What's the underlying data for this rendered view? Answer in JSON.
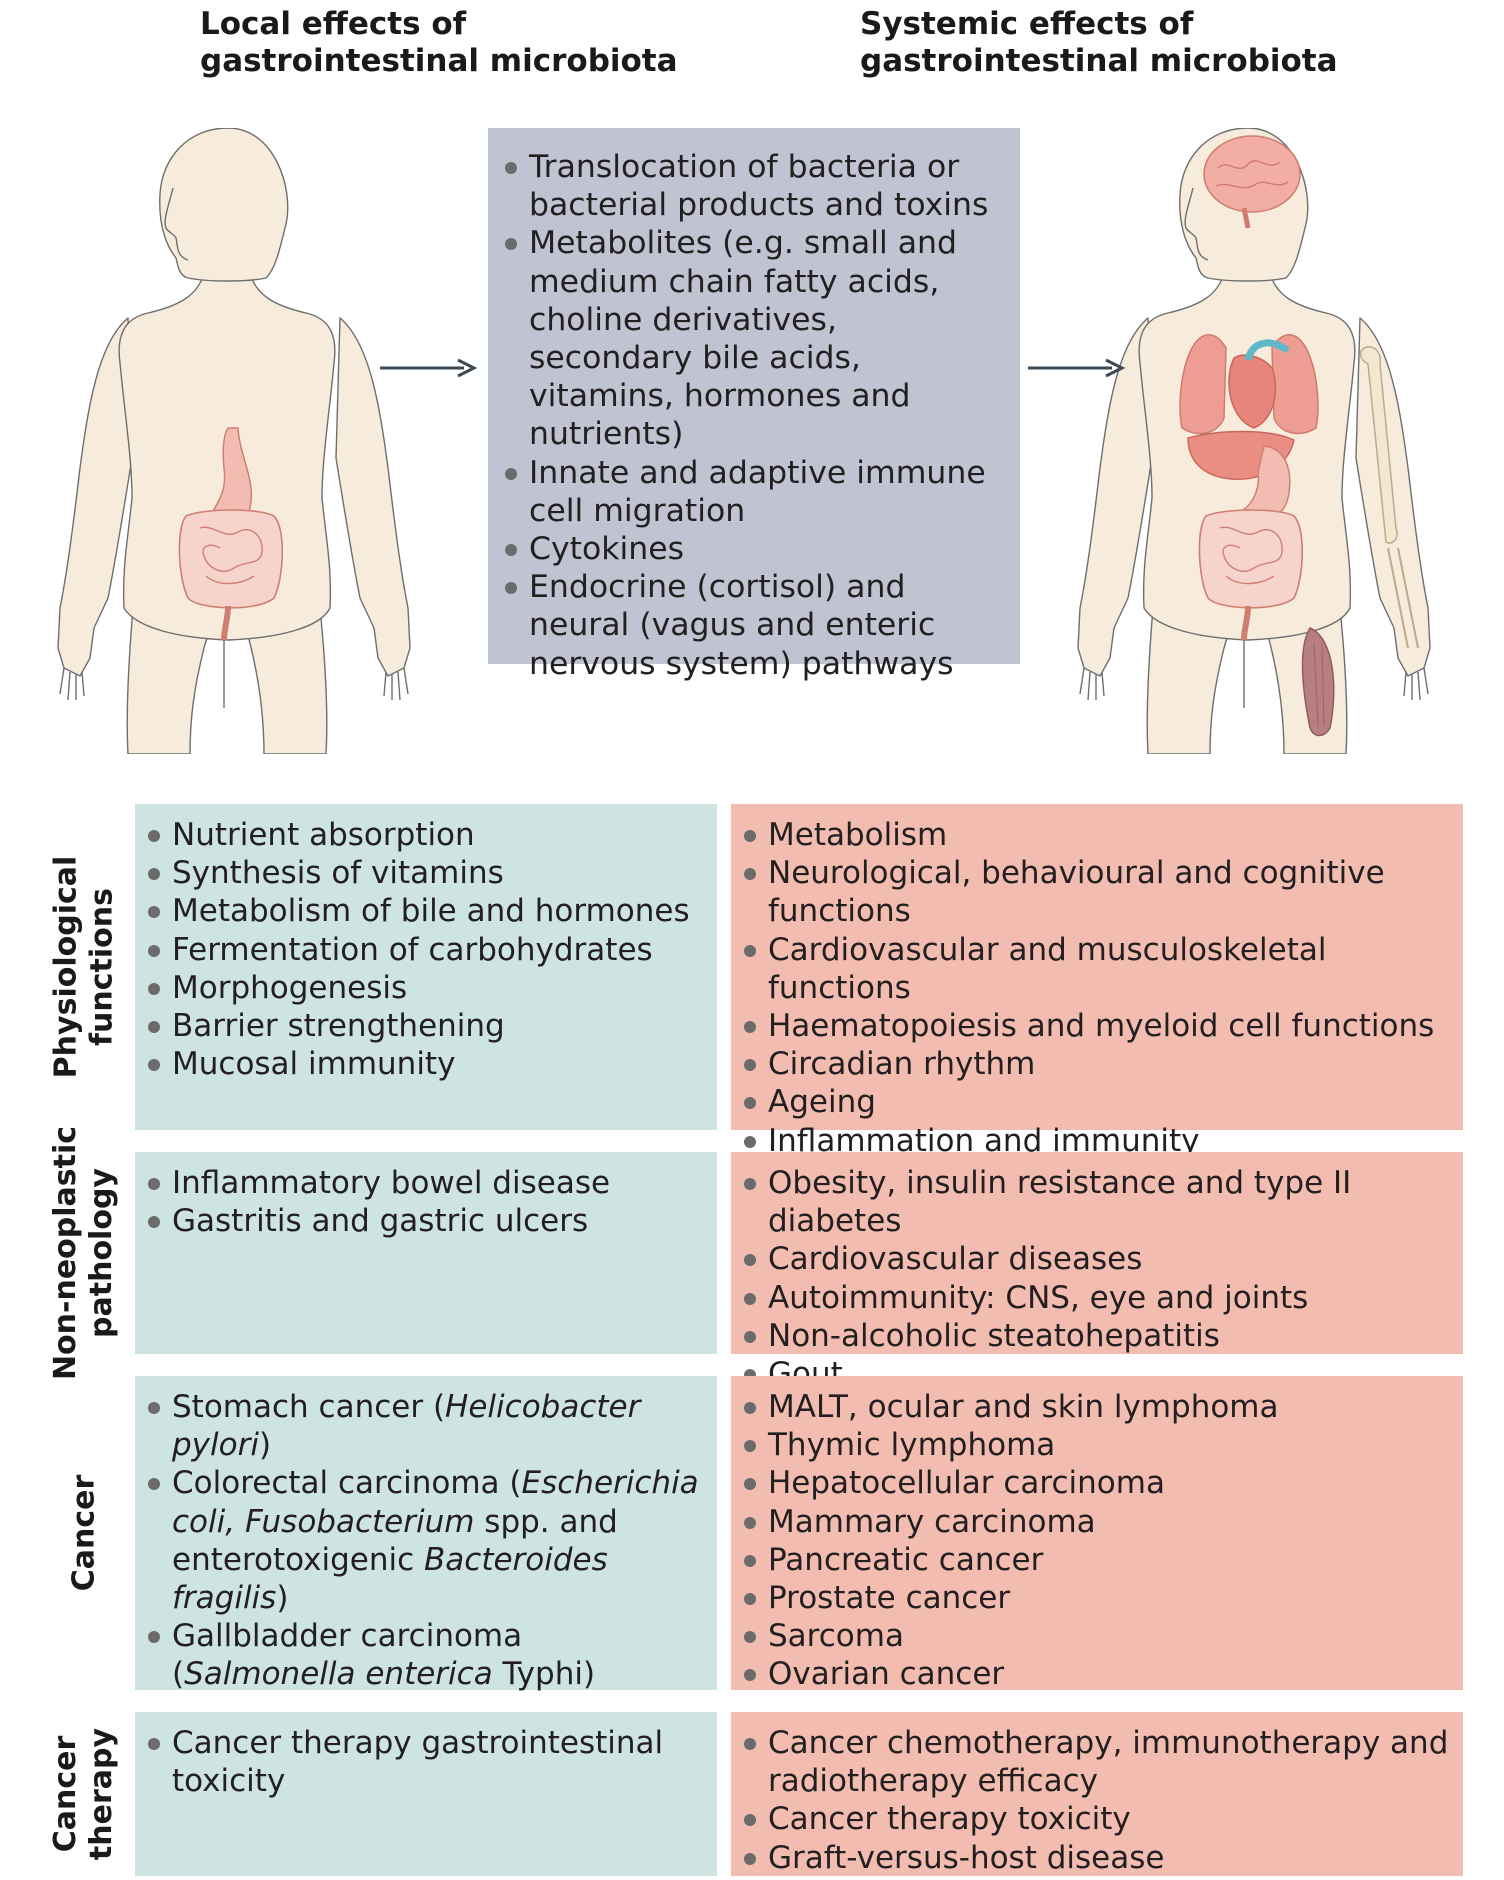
{
  "headers": {
    "local": [
      "Local effects of",
      "gastrointestinal microbiota"
    ],
    "systemic": [
      "Systemic effects of",
      "gastrointestinal microbiota"
    ]
  },
  "mechanisms": [
    "Translocation of bacteria or bacterial products and toxins",
    "Metabolites (e.g. small and medium chain fatty acids, choline derivatives, secondary bile acids, vitamins, hormones and nutrients)",
    "Innate and adaptive immune cell migration",
    "Cytokines",
    "Endocrine (cortisol) and neural (vagus and enteric nervous system) pathways"
  ],
  "rows": [
    {
      "label": [
        "Physiological",
        "functions"
      ],
      "local": [
        "Nutrient absorption",
        "Synthesis of vitamins",
        "Metabolism of bile and hormones",
        "Fermentation of carbohydrates",
        "Morphogenesis",
        "Barrier strengthening",
        "Mucosal immunity"
      ],
      "systemic": [
        "Metabolism",
        "Neurological, behavioural and cognitive functions",
        "Cardiovascular and musculoskeletal functions",
        "Haematopoiesis and myeloid cell functions",
        "Circadian rhythm",
        "Ageing",
        "Inflammation and immunity"
      ]
    },
    {
      "label": [
        "Non-neoplastic",
        "pathology"
      ],
      "local": [
        "Inflammatory bowel disease",
        "Gastritis and gastric ulcers"
      ],
      "systemic": [
        "Obesity, insulin resistance and type II diabetes",
        "Cardiovascular diseases",
        "Autoimmunity: CNS, eye and joints",
        "Non-alcoholic steatohepatitis",
        "Gout"
      ]
    },
    {
      "label": [
        "Cancer"
      ],
      "local": [
        {
          "text": "Stomach cancer (",
          "italic": "Helicobacter pylori",
          "after": ")"
        },
        {
          "text": "Colorectal carcinoma (",
          "italic": "Escherichia coli, Fusobacterium",
          "middle": " spp. and enterotoxigenic ",
          "italic2": "Bacteroides fragilis",
          "after": ")"
        },
        {
          "text": "Gallbladder carcinoma (",
          "italic": "Salmonella enterica",
          "after": " Typhi)"
        }
      ],
      "systemic": [
        "MALT, ocular and skin lymphoma",
        "Thymic lymphoma",
        "Hepatocellular carcinoma",
        "Mammary carcinoma",
        "Pancreatic cancer",
        "Prostate cancer",
        "Sarcoma",
        "Ovarian cancer"
      ]
    },
    {
      "label": [
        "Cancer",
        "therapy"
      ],
      "local": [
        "Cancer therapy gastrointestinal toxicity"
      ],
      "systemic": [
        "Cancer chemotherapy, immunotherapy and radiotherapy efficacy",
        "Cancer therapy toxicity",
        "Graft-versus-host disease"
      ]
    }
  ],
  "colors": {
    "mechanism_box": "#bfc3d2",
    "local_cells": "#cde4e2",
    "systemic_cells": "#f2bdb0",
    "body": "#f7ecdc",
    "organs": "#ec9c90"
  }
}
